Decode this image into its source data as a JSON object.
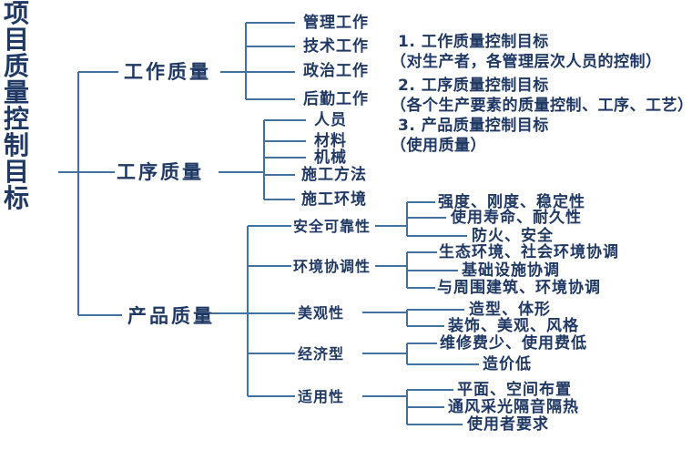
{
  "colors": {
    "text": "#1f3864",
    "line": "#41719c",
    "background": "#ffffff"
  },
  "title": {
    "text": "项目质量控制目标",
    "chars": [
      "项",
      "目",
      "质",
      "量",
      "控",
      "制",
      "目",
      "标"
    ]
  },
  "branches": [
    {
      "label": "工作质量",
      "children": [
        "管理工作",
        "技术工作",
        "政治工作",
        "后勤工作"
      ]
    },
    {
      "label": "工序质量",
      "children": [
        "人员",
        "材料",
        "机械",
        "施工方法",
        "施工环境"
      ]
    },
    {
      "label": "产品质量",
      "subbranches": [
        {
          "label": "安全可靠性",
          "children": [
            "强度、刚度、稳定性",
            "使用寿命、耐久性",
            "防火、安全"
          ]
        },
        {
          "label": "环境协调性",
          "children": [
            "生态环境、社会环境协调",
            "基础设施协调",
            "与周围建筑、环境协调"
          ]
        },
        {
          "label": "美观性",
          "children": [
            "造型、体形",
            "装饰、美观、风格"
          ]
        },
        {
          "label": "经济型",
          "children": [
            "维修费少、使用费低",
            "造价低"
          ]
        },
        {
          "label": "适用性",
          "children": [
            "平面、空间布置",
            "通风采光隔音隔热",
            "使用者要求"
          ]
        }
      ]
    }
  ],
  "notes": [
    "1. 工作质量控制目标",
    "（对生产者，各管理层次人员的控制）",
    "2. 工序质量控制目标",
    "（各个生产要素的质量控制、工序、工艺）",
    "3. 产品质量控制目标",
    "（使用质量）"
  ]
}
